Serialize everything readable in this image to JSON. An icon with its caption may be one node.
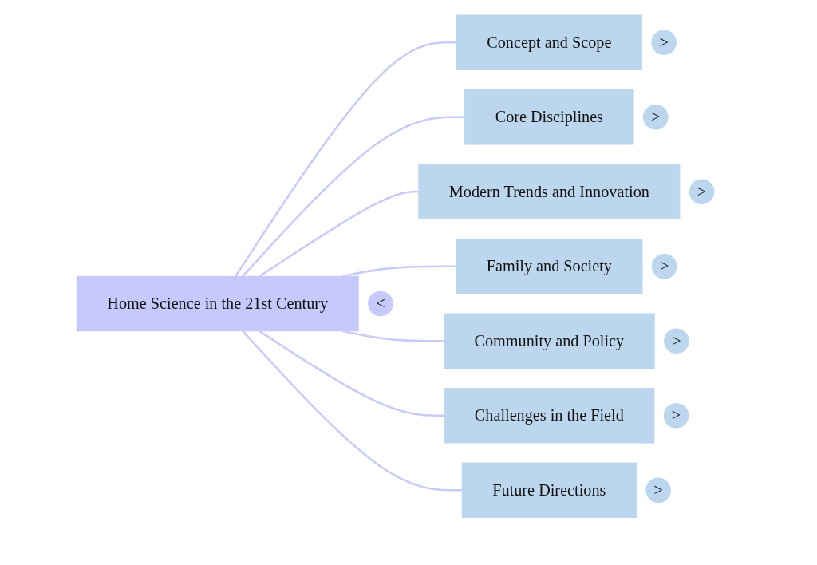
{
  "diagram": {
    "nodes": [
      {
        "text": [
          "Home Science in the 21st Century"
        ],
        "beside": [
          "<"
        ]
      },
      {
        "text": [
          "Concept and Scope"
        ],
        "beside": [
          ">"
        ]
      },
      {
        "text": [
          "Core Disciplines"
        ],
        "beside": [
          ">"
        ]
      },
      {
        "text": [
          "Modern Trends and Innovation"
        ],
        "beside": [
          ">"
        ]
      },
      {
        "text": [
          "Family and Society"
        ],
        "beside": [
          ">"
        ]
      },
      {
        "text": [
          "Community and Policy"
        ],
        "beside": [
          ">"
        ]
      },
      {
        "text": [
          "Challenges in the Field"
        ],
        "beside": [
          ">"
        ]
      },
      {
        "text": [
          "Future Directions"
        ],
        "beside": [
          ">"
        ]
      }
    ],
    "edges": [
      {
        "from": 0,
        "to": 1,
        "arrow": "none"
      },
      {
        "from": 0,
        "to": 2,
        "arrow": "none"
      },
      {
        "from": 0,
        "to": 3,
        "arrow": "none"
      },
      {
        "from": 0,
        "to": 4,
        "arrow": "none"
      },
      {
        "from": 0,
        "to": 5,
        "arrow": "none"
      },
      {
        "from": 0,
        "to": 6,
        "arrow": "none"
      },
      {
        "from": 0,
        "to": 7,
        "arrow": "none"
      }
    ]
  }
}
